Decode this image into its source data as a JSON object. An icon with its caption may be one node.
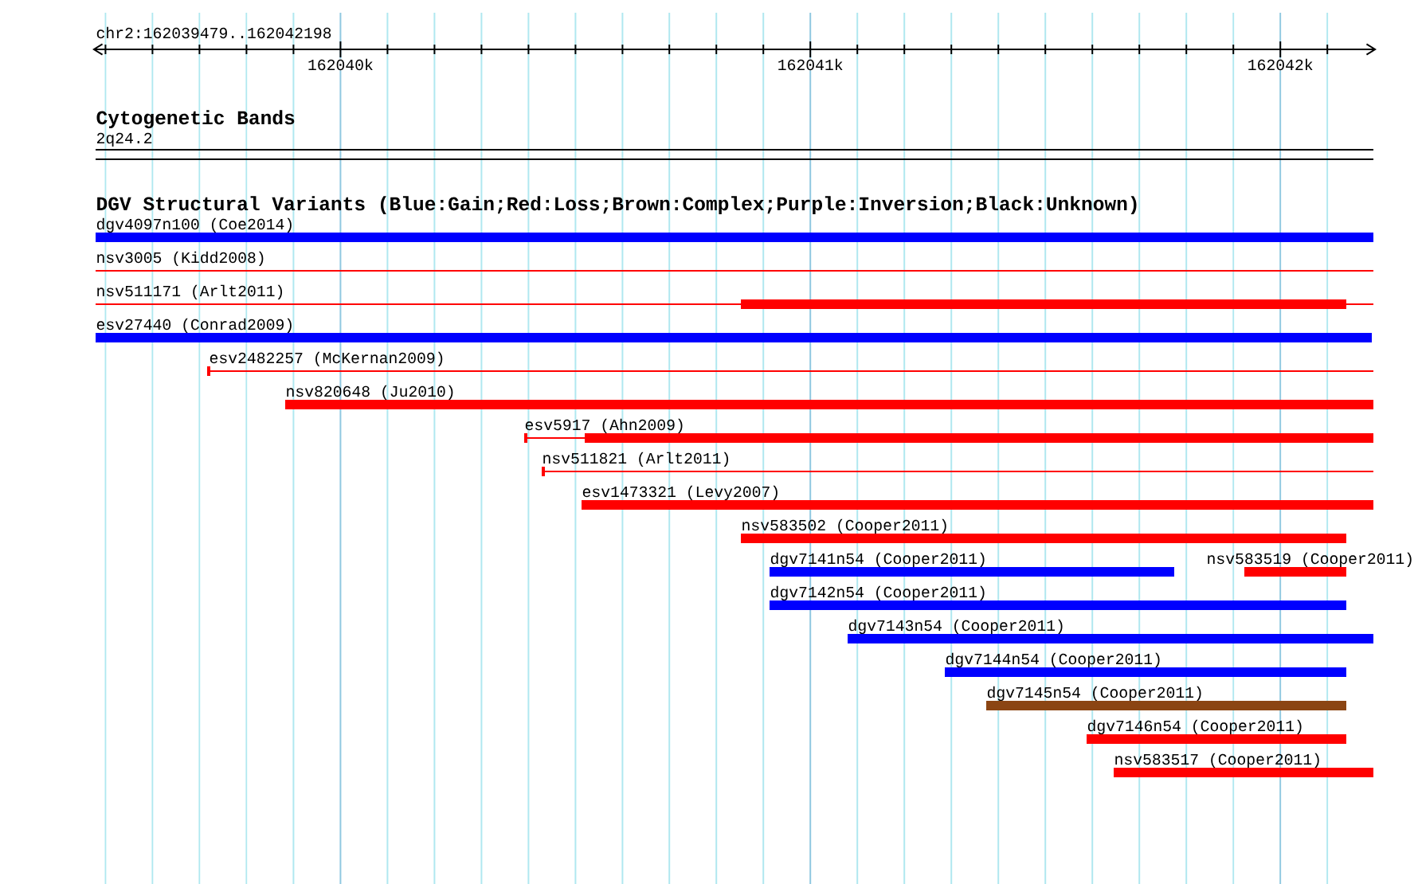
{
  "diagram": {
    "nodes": [
      {
        "text": [
          "dgv4097n100 (Coe2014)"
        ]
      },
      {
        "text": [
          "nsv3005 (Kidd2008)"
        ]
      },
      {
        "text": [
          "nsv511171 (Arlt2011)"
        ]
      },
      {
        "text": [
          "esv27440 (Conrad2009)"
        ]
      },
      {
        "text": [
          "esv2482257 (McKernan2009)"
        ]
      },
      {
        "text": [
          "nsv820648 (Ju2010)"
        ]
      },
      {
        "text": [
          "esv5917 (Ahn2009)"
        ]
      },
      {
        "text": [
          "nsv511821 (Arlt2011)"
        ]
      },
      {
        "text": [
          "esv1473321 (Levy2007)"
        ]
      },
      {
        "text": [
          "nsv583502 (Cooper2011)"
        ]
      },
      {
        "text": [
          "dgv7141n54 (Cooper2011)"
        ]
      },
      {
        "text": [
          "nsv583519 (Cooper2011)"
        ]
      },
      {
        "text": [
          "dgv7142n54 (Cooper2011)"
        ]
      },
      {
        "text": [
          "dgv7143n54 (Cooper2011)"
        ]
      },
      {
        "text": [
          "dgv7144n54 (Cooper2011)"
        ]
      },
      {
        "text": [
          "dgv7145n54 (Cooper2011)"
        ]
      },
      {
        "text": [
          "dgv7146n54 (Cooper2011)"
        ]
      },
      {
        "text": [
          "nsv583517 (Cooper2011)"
        ]
      }
    ],
    "labels": [
      "chr2:162039479..162042198",
      "162040k",
      "162041k",
      "162042k",
      "Cytogenetic Bands",
      "2q24.2",
      "DGV Structural Variants (Blue:Gain;Red:Loss;Brown:Complex;Purple:Inversion;Black:Unknown)"
    ]
  }
}
